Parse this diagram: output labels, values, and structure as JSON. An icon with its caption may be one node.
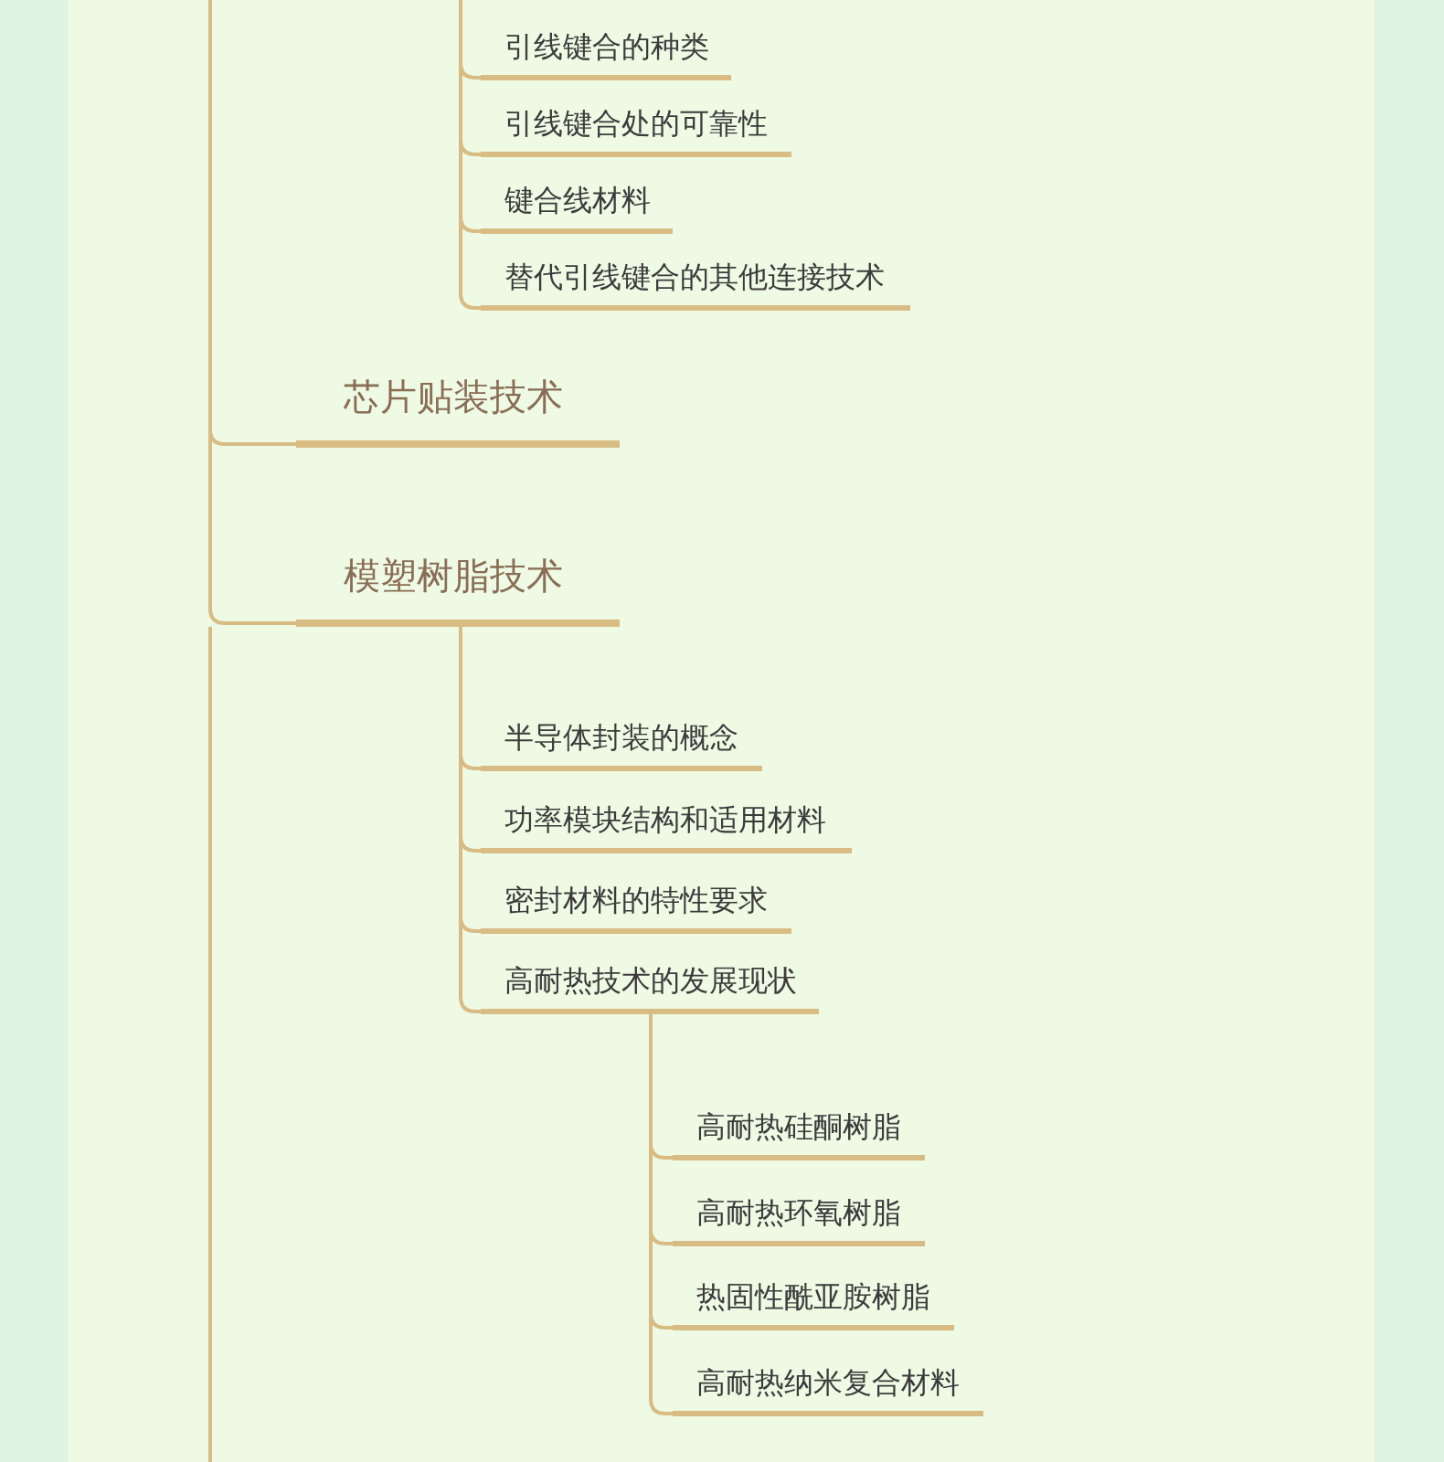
{
  "diagram": {
    "nodes": [
      {
        "text": [
          "引线键合的种类"
        ]
      },
      {
        "text": [
          "引线键合处的可靠性"
        ]
      },
      {
        "text": [
          "键合线材料"
        ]
      },
      {
        "text": [
          "替代引线键合的其他连接技术"
        ]
      },
      {
        "text": [
          "芯片贴装技术"
        ]
      },
      {
        "text": [
          "模塑树脂技术"
        ]
      },
      {
        "text": [
          "半导体封装的概念"
        ]
      },
      {
        "text": [
          "功率模块结构和适用材料"
        ]
      },
      {
        "text": [
          "密封材料的特性要求"
        ]
      },
      {
        "text": [
          "高耐热技术的发展现状"
        ]
      },
      {
        "text": [
          "高耐热硅酮树脂"
        ]
      },
      {
        "text": [
          "高耐热环氧树脂"
        ]
      },
      {
        "text": [
          "热固性酰亚胺树脂"
        ]
      },
      {
        "text": [
          "高耐热纳米复合材料"
        ]
      }
    ],
    "edges": [
      {
        "from": null,
        "to": 0,
        "arrow": "none"
      },
      {
        "from": null,
        "to": 1,
        "arrow": "none"
      },
      {
        "from": null,
        "to": 2,
        "arrow": "none"
      },
      {
        "from": null,
        "to": 3,
        "arrow": "none"
      },
      {
        "from": null,
        "to": 4,
        "arrow": "none"
      },
      {
        "from": null,
        "to": 5,
        "arrow": "none"
      },
      {
        "from": 5,
        "to": 6,
        "arrow": "none"
      },
      {
        "from": 5,
        "to": 7,
        "arrow": "none"
      },
      {
        "from": 5,
        "to": 8,
        "arrow": "none"
      },
      {
        "from": 5,
        "to": 9,
        "arrow": "none"
      },
      {
        "from": 9,
        "to": 10,
        "arrow": "none"
      },
      {
        "from": 9,
        "to": 11,
        "arrow": "none"
      },
      {
        "from": 9,
        "to": 12,
        "arrow": "none"
      },
      {
        "from": 9,
        "to": 13,
        "arrow": "none"
      }
    ]
  }
}
